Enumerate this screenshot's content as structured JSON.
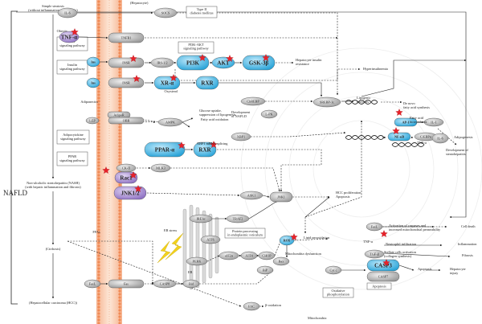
{
  "main_label": "NAFLD",
  "hepatocyte_label": "(Hepatocyte)",
  "mitochondria_label": "Mitochondria",
  "left_stages": {
    "steatosis": "Simple steatosis\n(without inflammation and fibrosis)",
    "nash": "Non-alcoholic steatohepatitis (NASH)\n(with hepatic inflammation and fibrosis)",
    "cirrhosis": "(Cirrhosis)",
    "hcc": "(Hepatocellular carcinoma (HCC))",
    "obesity": "Obesity"
  },
  "pathway_boxes": [
    {
      "id": "tnf",
      "text": "TNF\nsignaling pathway"
    },
    {
      "id": "insulin",
      "text": "Insulin\nsignaling pathway"
    },
    {
      "id": "adipo",
      "text": "Adipocytokine\nsignaling pathway"
    },
    {
      "id": "ppar",
      "text": "PPAR\nsignaling pathway"
    },
    {
      "id": "t2d",
      "text": "Type II\ndiabetes mellitus"
    },
    {
      "id": "pi3k",
      "text": "PI3K-AKT\nsignaling pathway"
    },
    {
      "id": "er",
      "text": "Protein processing\nin endoplasmic reticulum"
    },
    {
      "id": "ox",
      "text": "Oxidative\nphosphorylation"
    },
    {
      "id": "apop",
      "text": "Apoptosis"
    }
  ],
  "nodes": {
    "il6": "IL-6",
    "socs": "SOCS",
    "tnfa": "TNF-α",
    "tnfr1": "TNFR1",
    "ins": "Ins",
    "insr": "INSR",
    "irs": "IRS-1/2",
    "pi3k": "PI3K",
    "akt": "AKT",
    "gsk3": "GSK-3β",
    "xra": "XR-α",
    "rxr": "RXR",
    "oxysterol": "Oxysterol",
    "chrebp": "ChREBP",
    "lpk": "L-PK",
    "srebp": "SREBP-1c",
    "adipo": "Adiponectin",
    "adipor": "AdipoR",
    "lep": "LEP",
    "ampk": "AMPK",
    "obr": "OBR",
    "pparab": "PPAR-α",
    "rxr2": "RXR",
    "xbp1": "XBP1",
    "cebpa": "C/EBPα",
    "ap1": "AP-1",
    "nfkb": "NF-κB",
    "il1": "IL-1",
    "il6b": "IL-6",
    "tnfa2": "TNF-α",
    "ck2": "CK-II",
    "rac1": "Rac1",
    "jnk": "JNK1/2",
    "mlk3": "MLK3",
    "ask1": "ASK1",
    "jnk1": "JNK1",
    "ire1": "IRE1α",
    "traf2": "TRAF2",
    "perk": "PERK",
    "atf6": "ATF6",
    "eif2a": "eIF2α",
    "atf4": "ATF4",
    "chop": "CHOP",
    "bip": "BiP",
    "ros": "ROS",
    "bax": "Bax",
    "cyc": "Cyt c",
    "fas": "FasL",
    "fasr": "Fas",
    "casp8": "CASP8",
    "bid": "Bid",
    "casp3": "CASP3",
    "casp7": "CASP7",
    "fasl2": "FasL",
    "tnfa3": "TNF-α",
    "tgfb": "TGF-β",
    "ffa": "FFAs",
    "fac": "FAC",
    "nfkb2": "IKKβ"
  },
  "outcomes": {
    "hep_ins_res": "Hepatocyte insulin\nresistance",
    "hyperins": "Hyperinsulinemia",
    "lipogenic": "Lipogenic\nenzymes",
    "denovo": "De novo\nfatty acid synthesis",
    "fab": "Fatty acid\nbiosynthesis",
    "adipogenesis": "Adipogenesis",
    "dev_steato": "Development of\nsteatohepatitis",
    "hcc_prolif": "HCC proliferation\nApoptosis",
    "glucose": "Glucose uptake,\nsuppression of lipogenesis",
    "faox": "Fatty acid oxidation",
    "dev_nafld": "Development\nof NAFLD",
    "xbp1_splice": "XBP1 mRNA splicing",
    "cell_death": "Cell death",
    "activation": "Activation of caspases and\nincreased mitochondrial permeability",
    "lipid_perox": "Lipid peroxidation",
    "neutrophil": "Neutrophil infiltration",
    "inflammation": "Inflammation",
    "stellate": "Stellate cells activation\n(collagen synthesis)",
    "fibrosis": "Fibrosis",
    "apoptosis_out": "Apoptosis",
    "hep_injury": "Hepatocyte\ninjury",
    "er_stress": "ER stress",
    "mito_dys": "Mitochondria dysfunction",
    "beta_ox": "β-oxidation",
    "er": "ER"
  }
}
